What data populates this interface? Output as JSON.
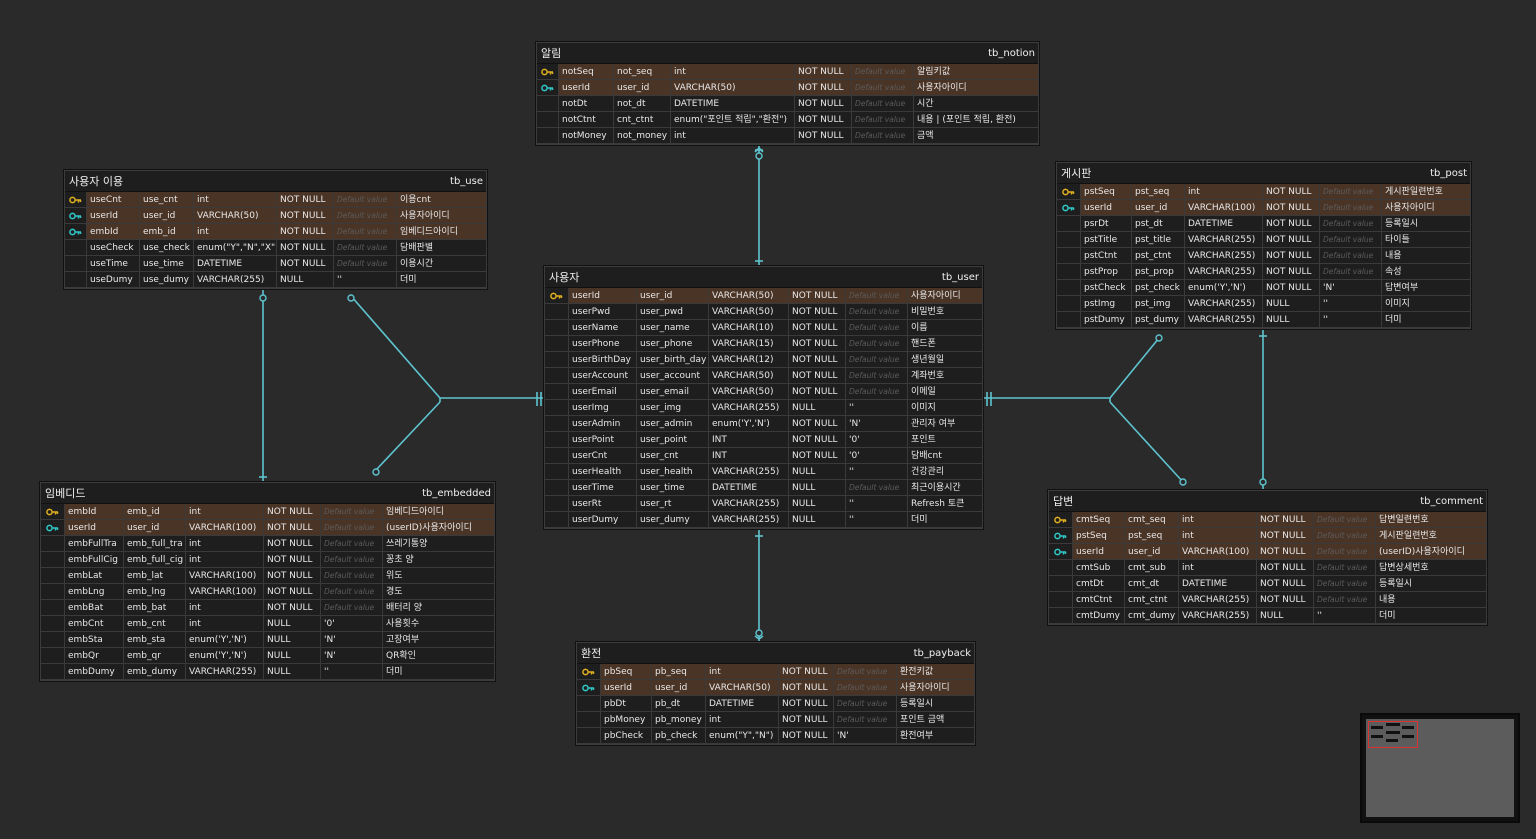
{
  "tables": [
    {
      "id": "tb_notion",
      "logical": "알림",
      "physical": "tb_notion",
      "rows": [
        {
          "key": "pk",
          "c": [
            "notSeq",
            "not_seq",
            "int",
            "NOT NULL",
            "Default value",
            "알림키값"
          ]
        },
        {
          "key": "fk",
          "c": [
            "userId",
            "user_id",
            "VARCHAR(50)",
            "NOT NULL",
            "Default value",
            "사용자아이디"
          ]
        },
        {
          "key": "",
          "c": [
            "notDt",
            "not_dt",
            "DATETIME",
            "NOT NULL",
            "Default value",
            "시간"
          ]
        },
        {
          "key": "",
          "c": [
            "notCtnt",
            "cnt_ctnt",
            "enum(\"포인트 적립\",\"환전\")",
            "NOT NULL",
            "Default value",
            "내용 | (포인트 적립, 환전)"
          ]
        },
        {
          "key": "",
          "c": [
            "notMoney",
            "not_money",
            "int",
            "NOT NULL",
            "Default value",
            "금액"
          ]
        }
      ]
    },
    {
      "id": "tb_use",
      "logical": "사용자 이용",
      "physical": "tb_use",
      "rows": [
        {
          "key": "pk",
          "c": [
            "useCnt",
            "use_cnt",
            "int",
            "NOT NULL",
            "Default value",
            "이용cnt"
          ]
        },
        {
          "key": "fk",
          "c": [
            "userId",
            "user_id",
            "VARCHAR(50)",
            "NOT NULL",
            "Default value",
            "사용자아이디"
          ]
        },
        {
          "key": "fk",
          "c": [
            "embId",
            "emb_id",
            "int",
            "NOT NULL",
            "Default value",
            "임베디드아이디"
          ]
        },
        {
          "key": "",
          "c": [
            "useCheck",
            "use_check",
            "enum(\"Y\",\"N\",\"X\")",
            "NOT NULL",
            "Default value",
            "담배판별"
          ]
        },
        {
          "key": "",
          "c": [
            "useTime",
            "use_time",
            "DATETIME",
            "NOT NULL",
            "Default value",
            "이용시간"
          ]
        },
        {
          "key": "",
          "c": [
            "useDumy",
            "use_dumy",
            "VARCHAR(255)",
            "NULL",
            "''",
            "더미"
          ]
        }
      ]
    },
    {
      "id": "tb_user",
      "logical": "사용자",
      "physical": "tb_user",
      "rows": [
        {
          "key": "pk",
          "c": [
            "userId",
            "user_id",
            "VARCHAR(50)",
            "NOT NULL",
            "Default value",
            "사용자아이디"
          ]
        },
        {
          "key": "",
          "c": [
            "userPwd",
            "user_pwd",
            "VARCHAR(50)",
            "NOT NULL",
            "Default value",
            "비밀번호"
          ]
        },
        {
          "key": "",
          "c": [
            "userName",
            "user_name",
            "VARCHAR(10)",
            "NOT NULL",
            "Default value",
            "이름"
          ]
        },
        {
          "key": "",
          "c": [
            "userPhone",
            "user_phone",
            "VARCHAR(15)",
            "NOT NULL",
            "Default value",
            "핸드폰"
          ]
        },
        {
          "key": "",
          "c": [
            "userBirthDay",
            "user_birth_day",
            "VARCHAR(12)",
            "NOT NULL",
            "Default value",
            "생년월일"
          ]
        },
        {
          "key": "",
          "c": [
            "userAccount",
            "user_account",
            "VARCHAR(50)",
            "NOT NULL",
            "Default value",
            "계좌번호"
          ]
        },
        {
          "key": "",
          "c": [
            "userEmail",
            "user_email",
            "VARCHAR(50)",
            "NOT NULL",
            "Default value",
            "이메일"
          ]
        },
        {
          "key": "",
          "c": [
            "userImg",
            "user_img",
            "VARCHAR(255)",
            "NULL",
            "''",
            "이미지"
          ]
        },
        {
          "key": "",
          "c": [
            "userAdmin",
            "user_admin",
            "enum('Y','N')",
            "NOT NULL",
            "'N'",
            "관리자 여부"
          ]
        },
        {
          "key": "",
          "c": [
            "userPoint",
            "user_point",
            "INT",
            "NOT NULL",
            "'0'",
            "포인트"
          ]
        },
        {
          "key": "",
          "c": [
            "userCnt",
            "user_cnt",
            "INT",
            "NOT NULL",
            "'0'",
            "담배cnt"
          ]
        },
        {
          "key": "",
          "c": [
            "userHealth",
            "user_health",
            "VARCHAR(255)",
            "NULL",
            "''",
            "건강관리"
          ]
        },
        {
          "key": "",
          "c": [
            "userTime",
            "user_time",
            "DATETIME",
            "NULL",
            "Default value",
            "최근이용시간"
          ]
        },
        {
          "key": "",
          "c": [
            "userRt",
            "user_rt",
            "VARCHAR(255)",
            "NULL",
            "''",
            "Refresh 토큰"
          ]
        },
        {
          "key": "",
          "c": [
            "userDumy",
            "user_dumy",
            "VARCHAR(255)",
            "NULL",
            "''",
            "더미"
          ]
        }
      ]
    },
    {
      "id": "tb_post",
      "logical": "게시판",
      "physical": "tb_post",
      "rows": [
        {
          "key": "pk",
          "c": [
            "pstSeq",
            "pst_seq",
            "int",
            "NOT NULL",
            "Default value",
            "게시판일련번호"
          ]
        },
        {
          "key": "fk",
          "c": [
            "userId",
            "user_id",
            "VARCHAR(100)",
            "NOT NULL",
            "Default value",
            "사용자아이디"
          ]
        },
        {
          "key": "",
          "c": [
            "psrDt",
            "pst_dt",
            "DATETIME",
            "NOT NULL",
            "Default value",
            "등록일시"
          ]
        },
        {
          "key": "",
          "c": [
            "pstTitle",
            "pst_title",
            "VARCHAR(255)",
            "NOT NULL",
            "Default value",
            "타이틀"
          ]
        },
        {
          "key": "",
          "c": [
            "pstCtnt",
            "pst_ctnt",
            "VARCHAR(255)",
            "NOT NULL",
            "Default value",
            "내용"
          ]
        },
        {
          "key": "",
          "c": [
            "pstProp",
            "pst_prop",
            "VARCHAR(255)",
            "NOT NULL",
            "Default value",
            "속성"
          ]
        },
        {
          "key": "",
          "c": [
            "pstCheck",
            "pst_check",
            "enum('Y','N')",
            "NOT NULL",
            "'N'",
            "답변여부"
          ]
        },
        {
          "key": "",
          "c": [
            "pstImg",
            "pst_img",
            "VARCHAR(255)",
            "NULL",
            "''",
            "이미지"
          ]
        },
        {
          "key": "",
          "c": [
            "pstDumy",
            "pst_dumy",
            "VARCHAR(255)",
            "NULL",
            "''",
            "더미"
          ]
        }
      ]
    },
    {
      "id": "tb_embedded",
      "logical": "임베디드",
      "physical": "tb_embedded",
      "rows": [
        {
          "key": "pk",
          "c": [
            "embId",
            "emb_id",
            "int",
            "NOT NULL",
            "Default value",
            "임베디드아이디"
          ]
        },
        {
          "key": "fk",
          "c": [
            "userId",
            "user_id",
            "VARCHAR(100)",
            "NOT NULL",
            "Default value",
            "(userID)사용자아이디"
          ]
        },
        {
          "key": "",
          "c": [
            "embFullTra",
            "emb_full_tra",
            "int",
            "NOT NULL",
            "Default value",
            "쓰레기통양"
          ]
        },
        {
          "key": "",
          "c": [
            "embFullCig",
            "emb_full_cig",
            "int",
            "NOT NULL",
            "Default value",
            "꽁초 양"
          ]
        },
        {
          "key": "",
          "c": [
            "embLat",
            "emb_lat",
            "VARCHAR(100)",
            "NOT NULL",
            "Default value",
            "위도"
          ]
        },
        {
          "key": "",
          "c": [
            "embLng",
            "emb_lng",
            "VARCHAR(100)",
            "NOT NULL",
            "Default value",
            "경도"
          ]
        },
        {
          "key": "",
          "c": [
            "embBat",
            "emb_bat",
            "int",
            "NOT NULL",
            "Default value",
            "배터리 양"
          ]
        },
        {
          "key": "",
          "c": [
            "embCnt",
            "emb_cnt",
            "int",
            "NULL",
            "'0'",
            "사용횟수"
          ]
        },
        {
          "key": "",
          "c": [
            "embSta",
            "emb_sta",
            "enum('Y','N')",
            "NULL",
            "'N'",
            "고장여부"
          ]
        },
        {
          "key": "",
          "c": [
            "embQr",
            "emb_qr",
            "enum('Y','N')",
            "NULL",
            "'N'",
            "QR확인"
          ]
        },
        {
          "key": "",
          "c": [
            "embDumy",
            "emb_dumy",
            "VARCHAR(255)",
            "NULL",
            "''",
            "더미"
          ]
        }
      ]
    },
    {
      "id": "tb_comment",
      "logical": "답변",
      "physical": "tb_comment",
      "rows": [
        {
          "key": "pk",
          "c": [
            "cmtSeq",
            "cmt_seq",
            "int",
            "NOT NULL",
            "Default value",
            "답변일련번호"
          ]
        },
        {
          "key": "fk",
          "c": [
            "pstSeq",
            "pst_seq",
            "int",
            "NOT NULL",
            "Default value",
            "게시판일련번호"
          ]
        },
        {
          "key": "fk",
          "c": [
            "userId",
            "user_id",
            "VARCHAR(100)",
            "NOT NULL",
            "Default value",
            "(userID)사용자아이디"
          ]
        },
        {
          "key": "",
          "c": [
            "cmtSub",
            "cmt_sub",
            "int",
            "NOT NULL",
            "Default value",
            "답변상세번호"
          ]
        },
        {
          "key": "",
          "c": [
            "cmtDt",
            "cmt_dt",
            "DATETIME",
            "NOT NULL",
            "Default value",
            "등록일시"
          ]
        },
        {
          "key": "",
          "c": [
            "cmtCtnt",
            "cmt_ctnt",
            "VARCHAR(255)",
            "NOT NULL",
            "Default value",
            "내용"
          ]
        },
        {
          "key": "",
          "c": [
            "cmtDumy",
            "cmt_dumy",
            "VARCHAR(255)",
            "NULL",
            "''",
            "더미"
          ]
        }
      ]
    },
    {
      "id": "tb_payback",
      "logical": "환전",
      "physical": "tb_payback",
      "rows": [
        {
          "key": "pk",
          "c": [
            "pbSeq",
            "pb_seq",
            "int",
            "NOT NULL",
            "Default value",
            "환전키값"
          ]
        },
        {
          "key": "fk",
          "c": [
            "userId",
            "user_id",
            "VARCHAR(50)",
            "NOT NULL",
            "Default value",
            "사용자아이디"
          ]
        },
        {
          "key": "",
          "c": [
            "pbDt",
            "pb_dt",
            "DATETIME",
            "NOT NULL",
            "Default value",
            "등록일시"
          ]
        },
        {
          "key": "",
          "c": [
            "pbMoney",
            "pb_money",
            "int",
            "NOT NULL",
            "Default value",
            "포인트 금액"
          ]
        },
        {
          "key": "",
          "c": [
            "pbCheck",
            "pb_check",
            "enum(\"Y\",\"N\")",
            "NOT NULL",
            "'N'",
            "환전여부"
          ]
        }
      ]
    }
  ],
  "colors": {
    "pk_key": "#e0b020",
    "fk_key": "#30c8c8",
    "line": "#5ec4d0",
    "pk_row": "#4a3426"
  }
}
